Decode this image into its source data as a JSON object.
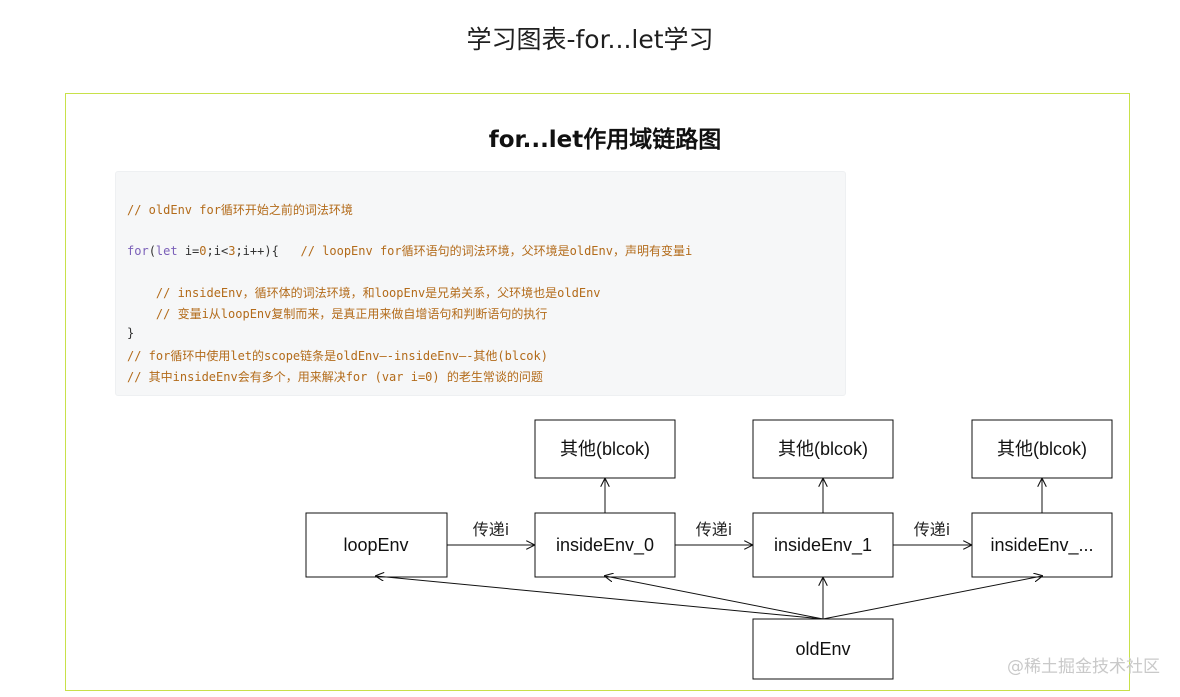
{
  "page": {
    "title": "学习图表-for...let学习"
  },
  "diagram": {
    "title": "for...let作用域链路图",
    "code_lines": [
      [
        {
          "t": "// oldEnv for循环开始之前的词法环境",
          "c": "comment"
        }
      ],
      [],
      [
        {
          "t": "for",
          "c": "kw"
        },
        {
          "t": "(",
          "c": "plain"
        },
        {
          "t": "let",
          "c": "kw"
        },
        {
          "t": " i=",
          "c": "plain"
        },
        {
          "t": "0",
          "c": "num"
        },
        {
          "t": ";i<",
          "c": "plain"
        },
        {
          "t": "3",
          "c": "num"
        },
        {
          "t": ";i++){   ",
          "c": "plain"
        },
        {
          "t": "// loopEnv for循环语句的词法环境，父环境是oldEnv，声明有变量i",
          "c": "comment"
        }
      ],
      [],
      [
        {
          "t": "    // insideEnv，循环体的词法环境，和loopEnv是兄弟关系，父环境也是oldEnv",
          "c": "comment"
        }
      ],
      [
        {
          "t": "    // 变量i从loopEnv复制而来，是真正用来做自增语句和判断语句的执行",
          "c": "comment"
        }
      ],
      [
        {
          "t": "}",
          "c": "plain"
        }
      ],
      [
        {
          "t": "// for循环中使用let的scope链条是oldEnv—-insideEnv—-其他(blcok)",
          "c": "comment"
        }
      ],
      [
        {
          "t": "// 其中insideEnv会有多个，用来解决for (var i=0) 的老生常谈的问题",
          "c": "comment"
        }
      ]
    ],
    "nodes": {
      "loopEnv": "loopEnv",
      "inside0": "insideEnv_0",
      "inside1": "insideEnv_1",
      "insideN": "insideEnv_...",
      "other0": "其他(blcok)",
      "other1": "其他(blcok)",
      "other2": "其他(blcok)",
      "oldEnv": "oldEnv"
    },
    "edge_labels": {
      "pass0": "传递i",
      "pass1": "传递i",
      "pass2": "传递i"
    }
  },
  "watermark": "@稀土掘金技术社区"
}
